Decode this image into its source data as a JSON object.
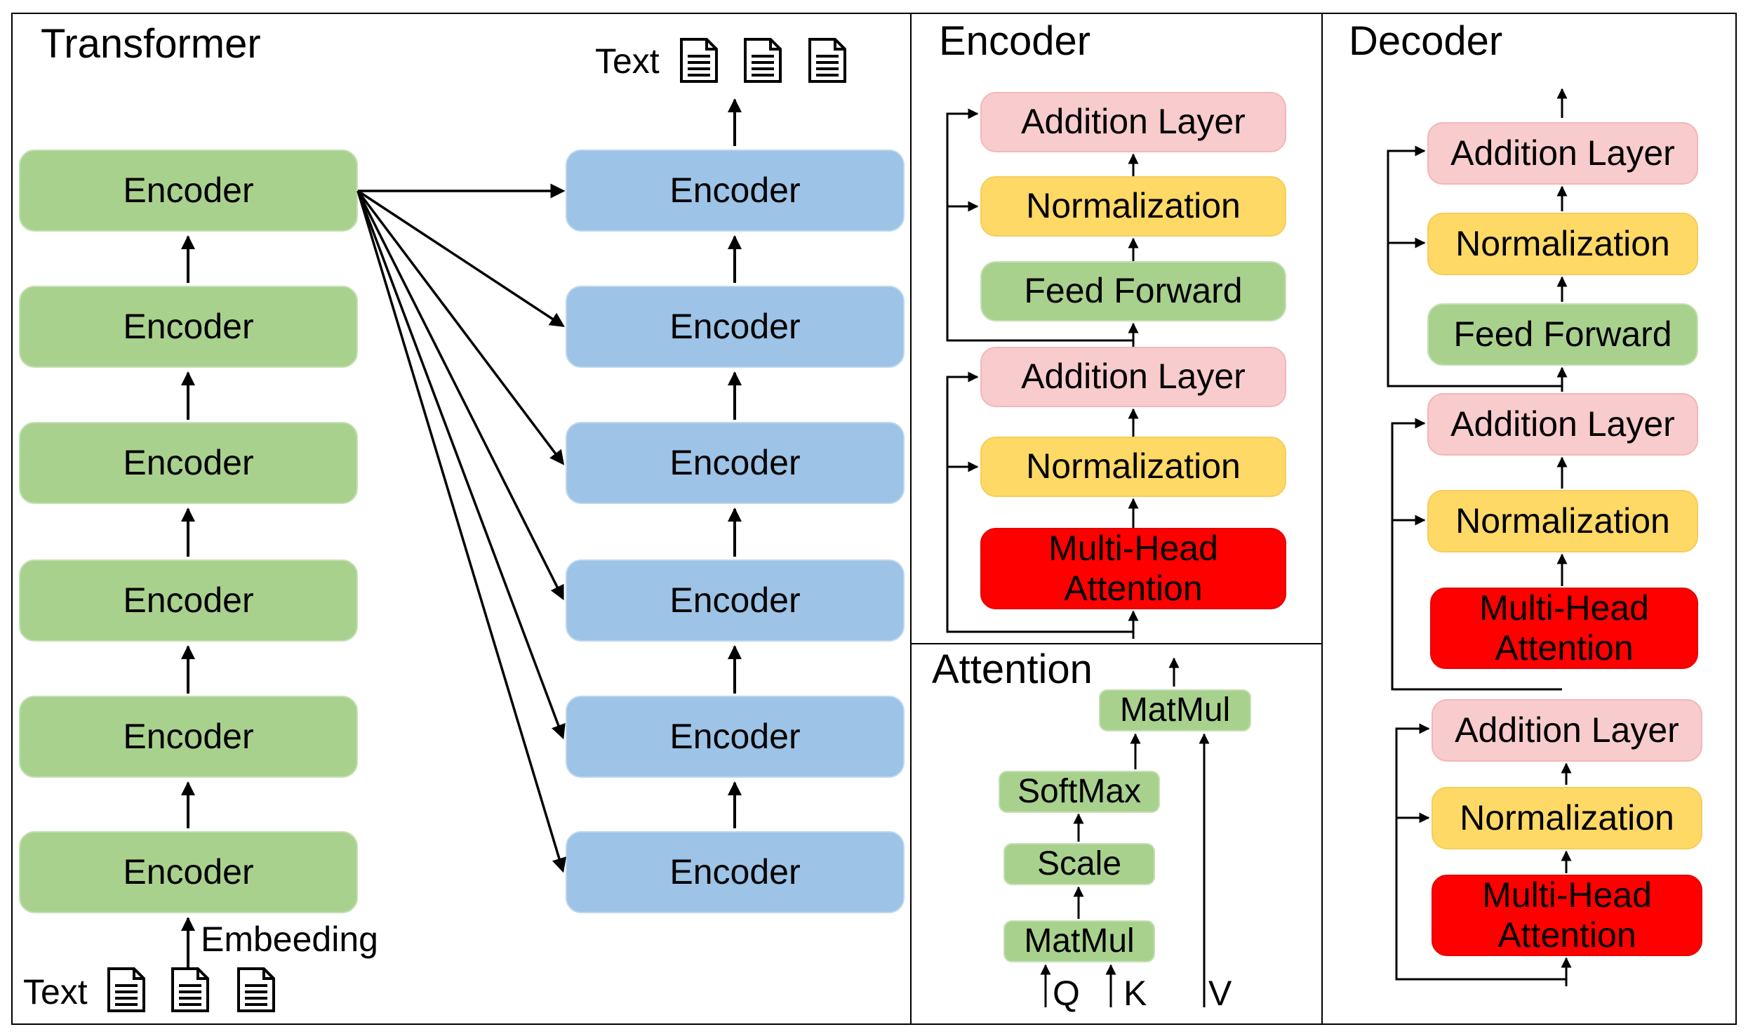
{
  "transformer": {
    "title": "Transformer",
    "encoder_stack": [
      "Encoder",
      "Encoder",
      "Encoder",
      "Encoder",
      "Encoder",
      "Encoder"
    ],
    "decoder_stack": [
      "Encoder",
      "Encoder",
      "Encoder",
      "Encoder",
      "Encoder",
      "Encoder"
    ],
    "input_label": "Text",
    "embedding_label": "Embeeding",
    "output_label": "Text",
    "icons": [
      "document-icon",
      "document-icon",
      "document-icon"
    ]
  },
  "encoder": {
    "title": "Encoder",
    "layers": [
      "Addition Layer",
      "Normalization",
      "Feed Forward",
      "Addition Layer",
      "Normalization",
      "Multi-Head Attention"
    ]
  },
  "attention": {
    "title": "Attention",
    "blocks": [
      "MatMul",
      "SoftMax",
      "Scale",
      "MatMul"
    ],
    "inputs": [
      "Q",
      "K",
      "V"
    ]
  },
  "decoder": {
    "title": "Decoder",
    "layers": [
      "Addition Layer",
      "Normalization",
      "Feed Forward",
      "Addition Layer",
      "Normalization",
      "Multi-Head Attention",
      "Addition Layer",
      "Normalization",
      "Multi-Head Attention"
    ]
  },
  "colors": {
    "green": "#a9d18e",
    "blue": "#9dc3e6",
    "pink": "#f8cbcc",
    "yellow": "#ffd966",
    "red": "#ff0000"
  }
}
